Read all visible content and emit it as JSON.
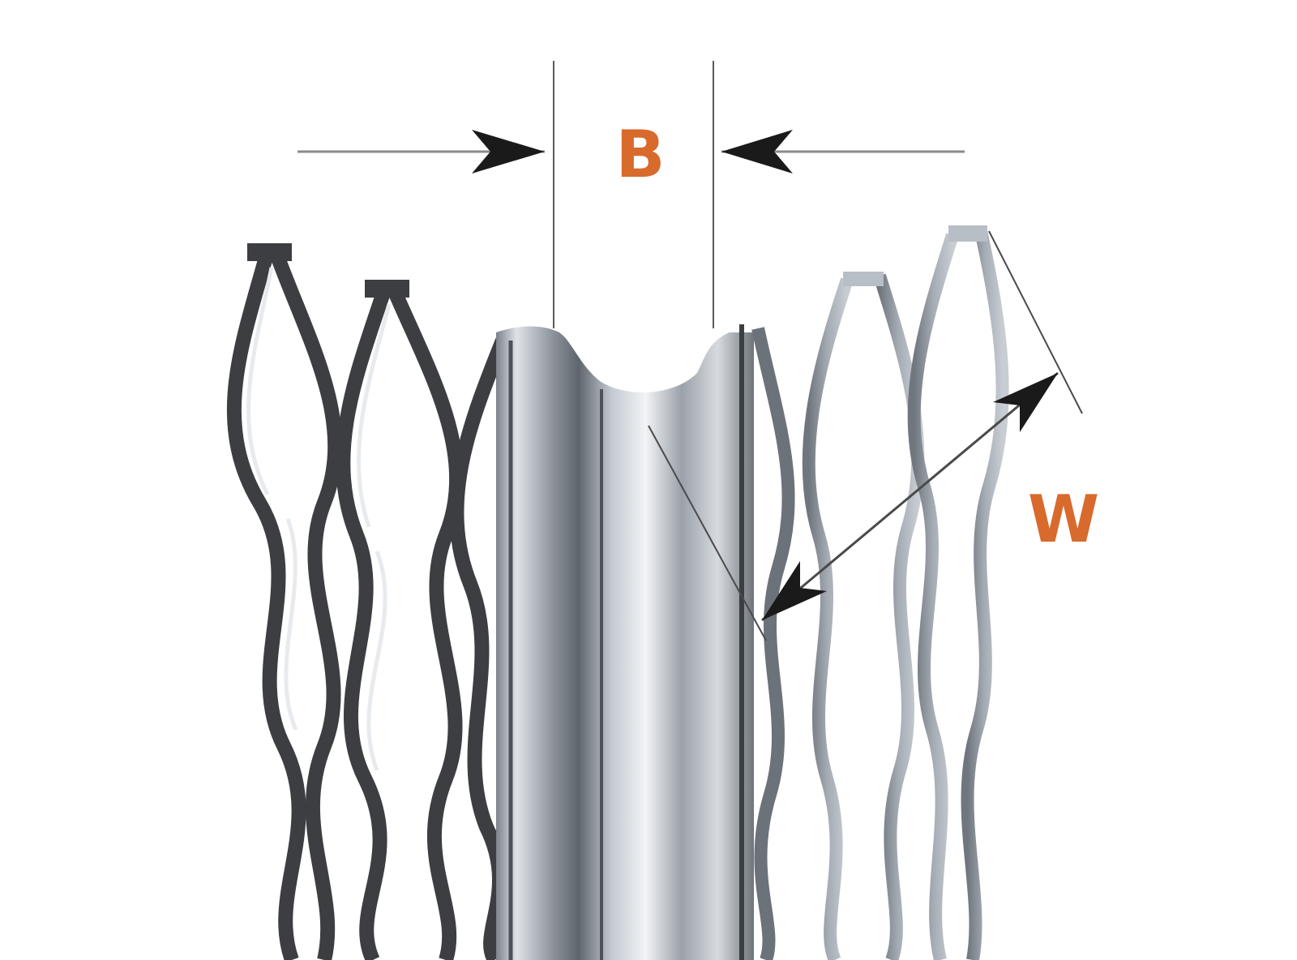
{
  "labels": {
    "b": "B",
    "w": "W"
  },
  "colors": {
    "label": "#d86a2c",
    "dimension_line": "#5a5a5a",
    "arrow": "#1a1a1a",
    "mesh_dark": "#3c3e42",
    "mesh_light": "#9aa0a8",
    "nosing_highlight": "#eef1f4"
  },
  "icons": {
    "figure": "angle-bead-profile"
  }
}
